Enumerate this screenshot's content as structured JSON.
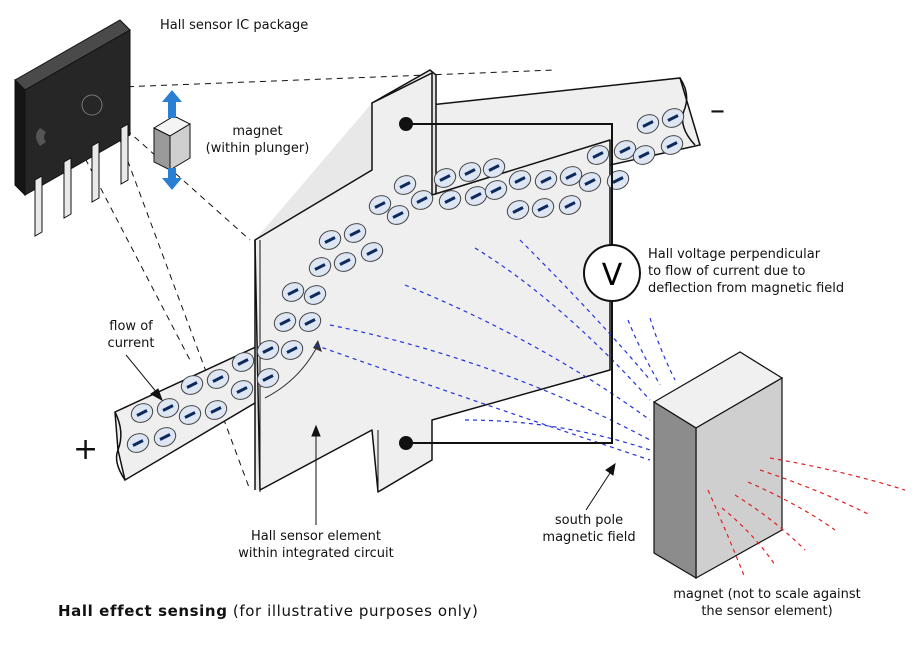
{
  "labels": {
    "ic_package": "Hall sensor IC package",
    "magnet_plunger_1": "magnet",
    "magnet_plunger_2": "(within plunger)",
    "flow_1": "flow of",
    "flow_2": "current",
    "hall_voltage_1": "Hall voltage perpendicular",
    "hall_voltage_2": "to flow of current due to",
    "hall_voltage_3": "deflection from magnetic field",
    "sensor_element_1": "Hall sensor element",
    "sensor_element_2": "within integrated circuit",
    "south_pole_1": "south pole",
    "south_pole_2": "magnetic field",
    "magnet_scale_1": "magnet (not to scale against",
    "magnet_scale_2": "the sensor element)",
    "voltmeter": "V",
    "plus": "+",
    "minus": "–"
  },
  "caption": {
    "bold": "Hall effect sensing",
    "normal": " (for illustrative purposes only)"
  },
  "colors": {
    "field_blue": "#2233dd",
    "field_red": "#dd2222",
    "arrow_blue": "#2a7fd4",
    "plate": "#efefef",
    "electron_fill": "#dde6f2",
    "electron_dash": "#0d2a5c",
    "ic_body": "#262626",
    "magnet_front": "#8c8c8c",
    "magnet_side": "#cfcfcf"
  },
  "icons": [
    "electron-icon",
    "voltmeter-icon",
    "ic-chip-icon",
    "magnet-icon",
    "blue-arrow-icon"
  ]
}
